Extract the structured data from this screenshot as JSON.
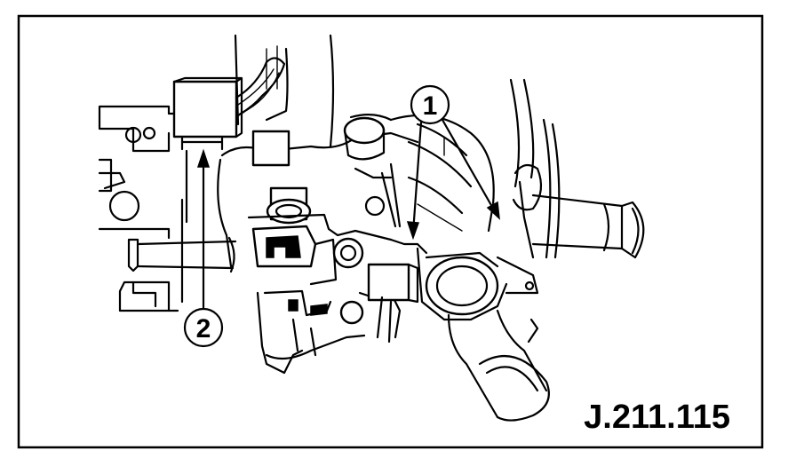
{
  "figure": {
    "reference": "J.211.115",
    "callouts": [
      {
        "id": "1",
        "label": "1"
      },
      {
        "id": "2",
        "label": "2"
      }
    ]
  }
}
